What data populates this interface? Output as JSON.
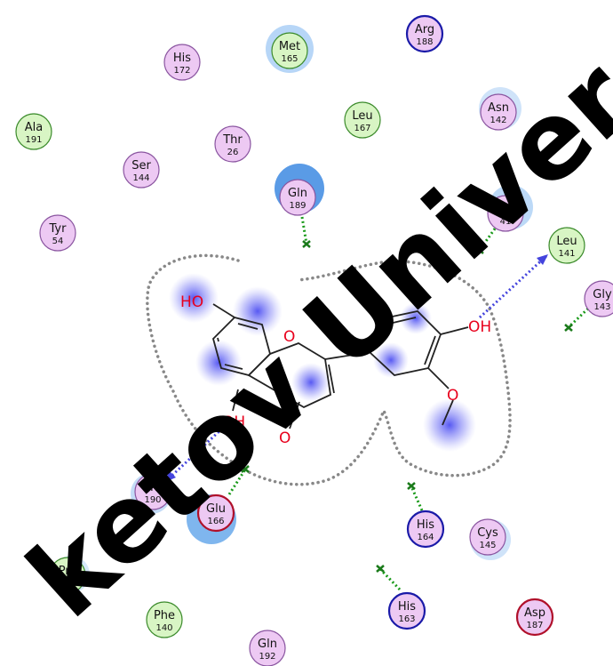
{
  "colors": {
    "hydrophobic_fill": "#d8f5c4",
    "hydrophobic_stroke": "#3a8a2a",
    "polar_fill": "#edc9f3",
    "polar_stroke": "#8a55a0",
    "positive_stroke": "#1a1aa8",
    "negative_stroke": "#b0102a",
    "hbond": "#4444dd",
    "vdw": "#1a9a1a",
    "exposure": "#7fb6ee",
    "atom": "#e8001c"
  },
  "residues": [
    {
      "name": "Ala",
      "num": "191",
      "type": "hydrophobic"
    },
    {
      "name": "His",
      "num": "172",
      "type": "polar"
    },
    {
      "name": "Met",
      "num": "165",
      "type": "hydrophobic"
    },
    {
      "name": "Arg",
      "num": "188",
      "type": "positive"
    },
    {
      "name": "Leu",
      "num": "167",
      "type": "hydrophobic"
    },
    {
      "name": "Asn",
      "num": "142",
      "type": "polar"
    },
    {
      "name": "Thr",
      "num": "26",
      "type": "polar"
    },
    {
      "name": "Ser",
      "num": "144",
      "type": "polar"
    },
    {
      "name": "Gln",
      "num": "189",
      "type": "polar"
    },
    {
      "name": "His",
      "num": "41",
      "type": "polar"
    },
    {
      "name": "Tyr",
      "num": "54",
      "type": "polar"
    },
    {
      "name": "Leu",
      "num": "141",
      "type": "hydrophobic"
    },
    {
      "name": "Gly",
      "num": "143",
      "type": "polar"
    },
    {
      "name": "Thr",
      "num": "190",
      "type": "polar"
    },
    {
      "name": "Glu",
      "num": "166",
      "type": "negative"
    },
    {
      "name": "His",
      "num": "164",
      "type": "positive"
    },
    {
      "name": "Cys",
      "num": "145",
      "type": "polar"
    },
    {
      "name": "Pro",
      "num": "168",
      "type": "hydrophobic"
    },
    {
      "name": "His",
      "num": "163",
      "type": "positive"
    },
    {
      "name": "Asp",
      "num": "187",
      "type": "negative"
    },
    {
      "name": "Phe",
      "num": "140",
      "type": "hydrophobic"
    },
    {
      "name": "Gln",
      "num": "192",
      "type": "polar"
    }
  ],
  "ligand_labels": {
    "oh_top_left": "HO",
    "ring_oxygen": "O",
    "oh_right": "OH",
    "methoxy_oxygen": "O",
    "oh_bottom": "OH",
    "carbonyl_oxygen": "O"
  },
  "watermark": "ketov Univer"
}
